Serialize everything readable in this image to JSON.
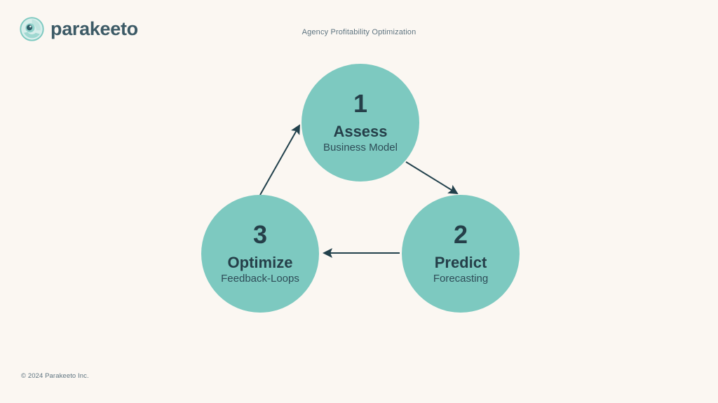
{
  "page": {
    "background_color": "#FBF7F2",
    "accent_color": "#7DC9C0",
    "text_color": "#253F49",
    "muted_text_color": "#5E7480"
  },
  "brand": {
    "wordmark": "parakeeto",
    "logo_icon": "parakeeto-bird-eye-circle-icon"
  },
  "header": {
    "caption": "Agency Profitability Optimization"
  },
  "diagram": {
    "type": "cycle",
    "nodes": [
      {
        "number": "1",
        "title": "Assess",
        "subtitle": "Business Model"
      },
      {
        "number": "2",
        "title": "Predict",
        "subtitle": "Forecasting"
      },
      {
        "number": "3",
        "title": "Optimize",
        "subtitle": "Feedback-Loops"
      }
    ],
    "arrows": [
      {
        "from": "1",
        "to": "2"
      },
      {
        "from": "2",
        "to": "3"
      },
      {
        "from": "3",
        "to": "1"
      }
    ]
  },
  "footer": {
    "copyright": "© 2024 Parakeeto Inc."
  }
}
